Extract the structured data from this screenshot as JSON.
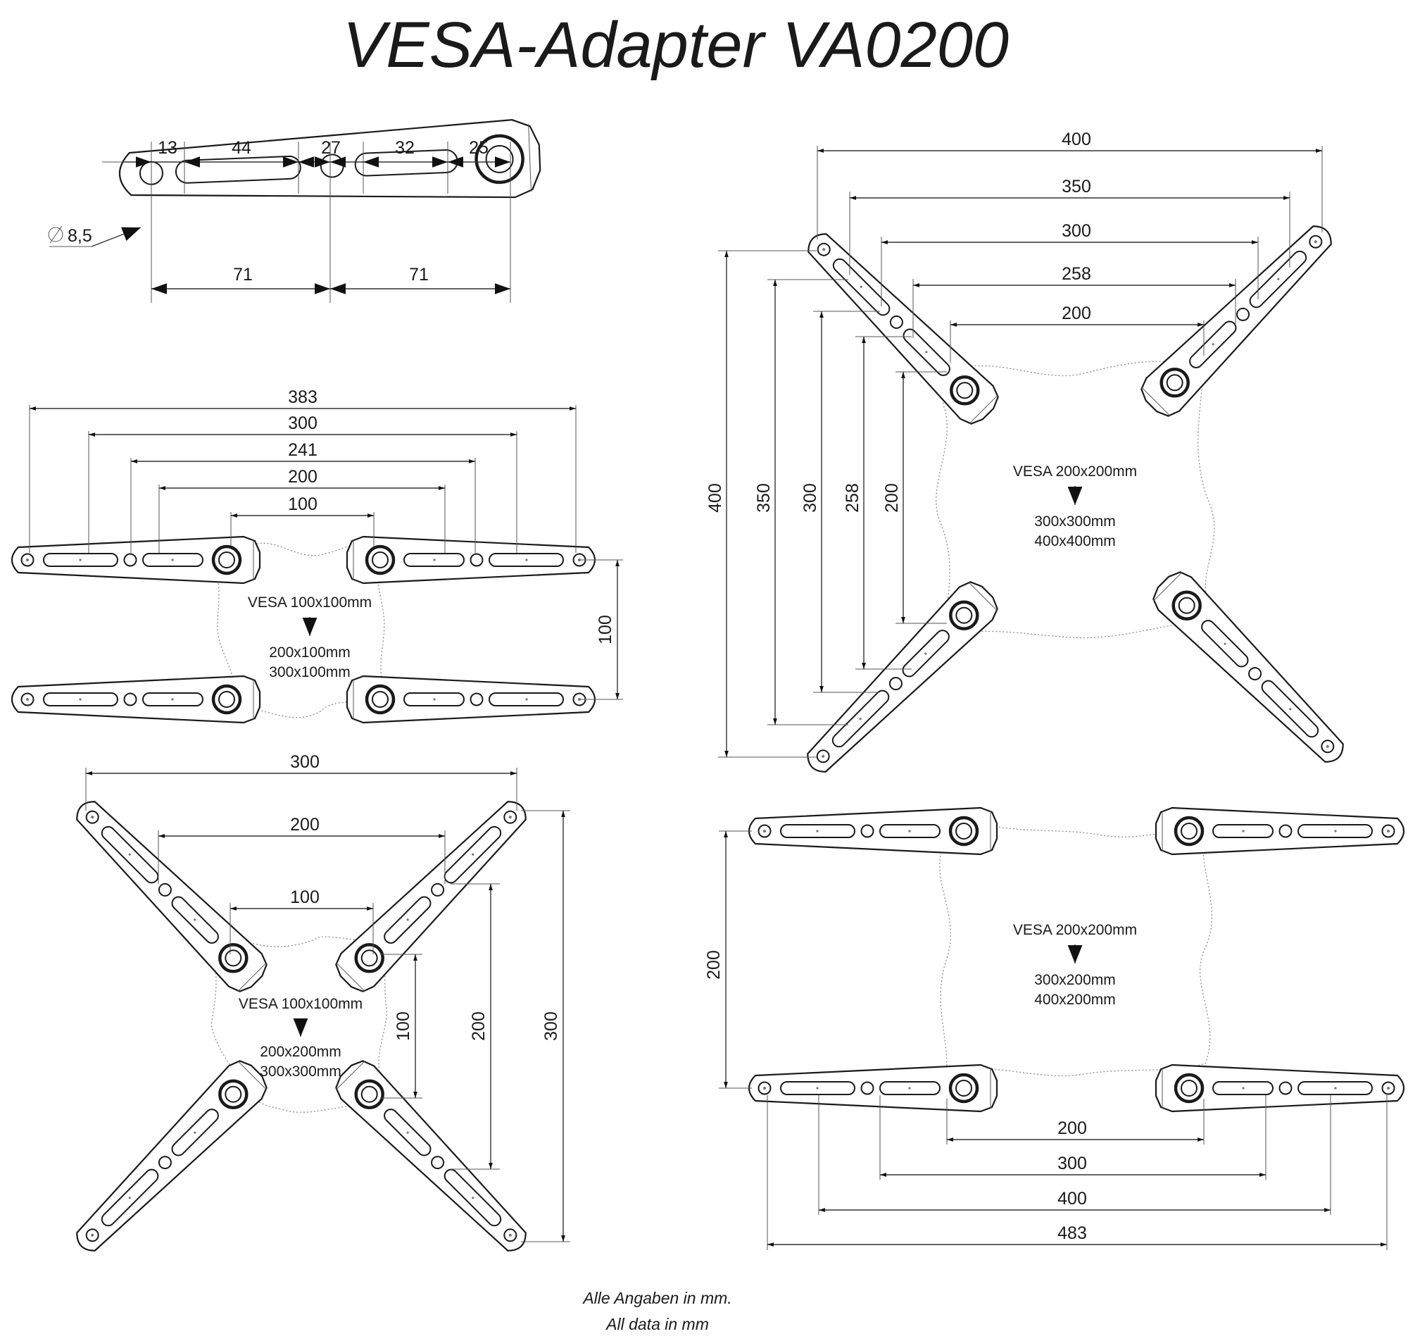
{
  "title": "VESA-Adapter  VA0200",
  "detail": {
    "top_dims": [
      "13",
      "44",
      "27",
      "32",
      "25"
    ],
    "bottom_dims": [
      "71",
      "71"
    ],
    "hole_diameter": "8,5"
  },
  "view_a": {
    "widths": [
      "383",
      "300",
      "241",
      "200",
      "100"
    ],
    "height": "100",
    "label": "VESA 100x100mm",
    "results": [
      "200x100mm",
      "300x100mm"
    ]
  },
  "view_b": {
    "widths": [
      "300",
      "200",
      "100"
    ],
    "heights": [
      "100",
      "200",
      "300"
    ],
    "label": "VESA 100x100mm",
    "results": [
      "200x200mm",
      "300x300mm"
    ]
  },
  "view_c": {
    "widths": [
      "400",
      "350",
      "300",
      "258",
      "200"
    ],
    "heights": [
      "400",
      "350",
      "300",
      "258",
      "200"
    ],
    "label": "VESA 200x200mm",
    "results": [
      "300x300mm",
      "400x400mm"
    ]
  },
  "view_d": {
    "widths": [
      "200",
      "300",
      "400",
      "483"
    ],
    "height": "200",
    "label": "VESA 200x200mm",
    "results": [
      "300x200mm",
      "400x200mm"
    ]
  },
  "footer": [
    "Alle Angaben in mm.",
    "All data in mm"
  ]
}
